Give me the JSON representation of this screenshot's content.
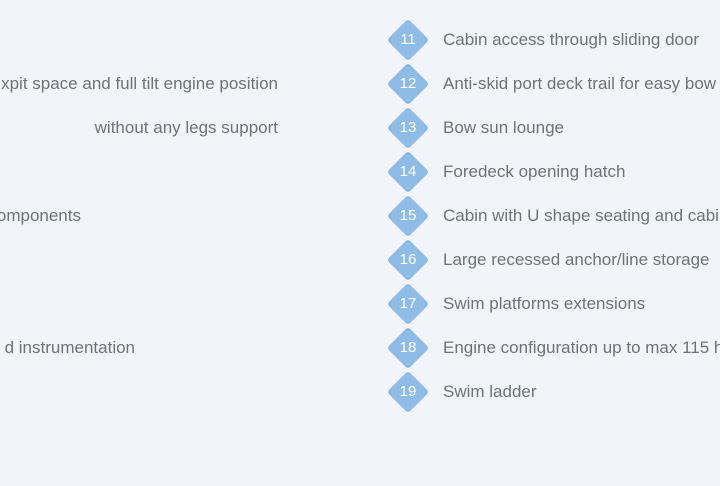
{
  "left_features": [
    {
      "text": "xpit space and full tilt engine position"
    },
    {
      "text": "without any legs support"
    },
    {
      "text": "omponents"
    },
    {
      "text": "d instrumentation"
    }
  ],
  "right_features": [
    {
      "num": "11",
      "text": "Cabin access through sliding door"
    },
    {
      "num": "12",
      "text": "Anti-skid port deck trail for easy bow"
    },
    {
      "num": "13",
      "text": "Bow sun lounge"
    },
    {
      "num": "14",
      "text": "Foredeck opening hatch"
    },
    {
      "num": "15",
      "text": "Cabin with U shape seating and cabin"
    },
    {
      "num": "16",
      "text": "Large recessed anchor/line storage"
    },
    {
      "num": "17",
      "text": "Swim platforms extensions"
    },
    {
      "num": "18",
      "text": "Engine configuration up to max 115 h"
    },
    {
      "num": "19",
      "text": "Swim ladder"
    }
  ],
  "colors": {
    "background": "#f1f4f8",
    "diamond": "#8fbbe7",
    "text": "#6d737b"
  }
}
